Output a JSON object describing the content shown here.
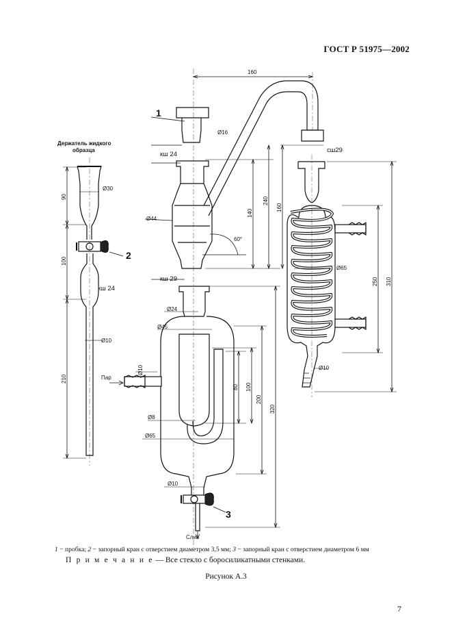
{
  "header": {
    "standard": "ГОСТ Р 51975—2002"
  },
  "drawing": {
    "labels": {
      "holder": [
        "Держатель жидкого",
        "образца"
      ],
      "part1": "1",
      "part2": "2",
      "part3": "3",
      "ksh24_top": "кш 24",
      "ksh24_left": "кш 24",
      "ksh29": "кш 29",
      "sh29": "сш29",
      "steam": "Пар",
      "drain": "Слив"
    },
    "dims": {
      "d16": "Ø16",
      "d30": "Ø30",
      "d10_left": "Ø10",
      "d44": "Ø44",
      "d24": "Ø24",
      "d45": "Ø45",
      "d10_steam": "Ø10",
      "d8": "Ø8",
      "d65_left": "Ø65",
      "d10_bottom": "Ø10",
      "d65_cond": "Ø65",
      "d10_cond": "Ø10",
      "angle": "60°",
      "l160_top": "160",
      "l240": "240",
      "l160_v": "160",
      "l140": "140",
      "l250": "250",
      "l310": "310",
      "l90": "90",
      "l100_left": "100",
      "l210": "210",
      "l80": "80",
      "l100_mid": "100",
      "l200": "200",
      "l320": "320"
    }
  },
  "caption": {
    "items": [
      {
        "num": "1",
        "text": " − пробка; "
      },
      {
        "num": "2",
        "text": " − запорный кран с отверстием диаметром 3,5 мм; "
      },
      {
        "num": "3",
        "text": " − запорный кран с отверстием диаметром 6 мм"
      }
    ]
  },
  "note": {
    "label": "П р и м е ч а н и е",
    "text": " — Все стекло с боросиликатными стенками."
  },
  "figure_title": "Рисунок А.3",
  "page_number": "7"
}
